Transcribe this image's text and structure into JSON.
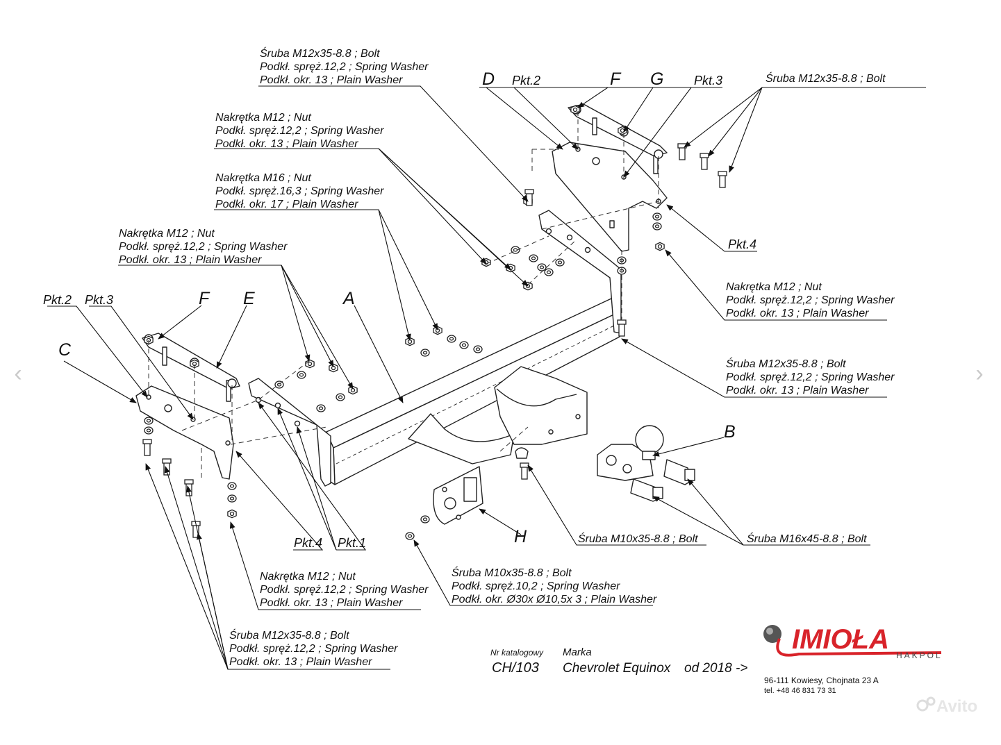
{
  "labels": {
    "c1": [
      "Śruba M12x35-8.8 ;  Bolt",
      "Podkł. spręż.12,2 ; Spring Washer",
      "Podkł. okr. 13 ; Plain Washer"
    ],
    "c2": [
      "Nakrętka  M12 ; Nut",
      "Podkł. spręż.12,2 ; Spring Washer",
      "Podkł. okr. 13 ; Plain Washer"
    ],
    "c3": [
      "Nakrętka  M16 ; Nut",
      "Podkł. spręż.16,3 ; Spring Washer",
      "Podkł. okr. 17 ; Plain Washer"
    ],
    "c4": [
      "Nakrętka  M12 ; Nut",
      "Podkł. spręż.12,2 ; Spring Washer",
      "Podkł. okr. 13 ; Plain Washer"
    ],
    "c5": [
      "Śruba M12x35-8.8 ;  Bolt"
    ],
    "c6": [
      "Nakrętka  M12 ; Nut",
      "Podkł. spręż.12,2 ; Spring Washer",
      "Podkł. okr. 13 ; Plain Washer"
    ],
    "c7": [
      "Śruba M12x35-8.8 ;  Bolt",
      "Podkł. spręż.12,2 ; Spring Washer",
      "Podkł. okr. 13 ; Plain Washer"
    ],
    "c8": [
      "Śruba M10x35-8.8 ;  Bolt"
    ],
    "c9": [
      "Śruba M16x45-8.8 ;  Bolt"
    ],
    "c10": [
      "Śruba M10x35-8.8 ;  Bolt",
      "Podkł. spręż.10,2 ; Spring Washer",
      "Podkł. okr.  Ø30x Ø10,5x 3 ; Plain Washer"
    ],
    "c11": [
      "Nakrętka  M12 ; Nut",
      "Podkł. spręż.12,2 ; Spring Washer",
      "Podkł. okr. 13 ; Plain Washer"
    ],
    "c12": [
      "Śruba M12x35-8.8 ;  Bolt",
      "Podkł. spręż.12,2 ; Spring Washer",
      "Podkł. okr. 13 ; Plain Washer"
    ]
  },
  "letters": {
    "A": "A",
    "B": "B",
    "C": "C",
    "D": "D",
    "E": "E",
    "F1": "F",
    "F2": "F",
    "G": "G",
    "H": "H"
  },
  "points": {
    "pkt1": "Pkt.1",
    "pkt2a": "Pkt.2",
    "pkt2b": "Pkt.2",
    "pkt3a": "Pkt.3",
    "pkt3b": "Pkt.3",
    "pkt4a": "Pkt.4",
    "pkt4b": "Pkt.4"
  },
  "catalog": {
    "nr_label": "Nr katalogowy",
    "nr_value": "CH/103",
    "marka_label": "Marka",
    "marka_value": "Chevrolet Equinox",
    "year": "od  2018 ->"
  },
  "brand": {
    "name": "IMIOŁA",
    "sub": "HAKPOL",
    "address": "96-111 Kowiesy, Chojnata 23 A",
    "phone": "tel. +48 46 831 73 31",
    "color": "#d8232a"
  },
  "watermark": "Avito",
  "nav": {
    "prev": "‹",
    "next": "›"
  }
}
